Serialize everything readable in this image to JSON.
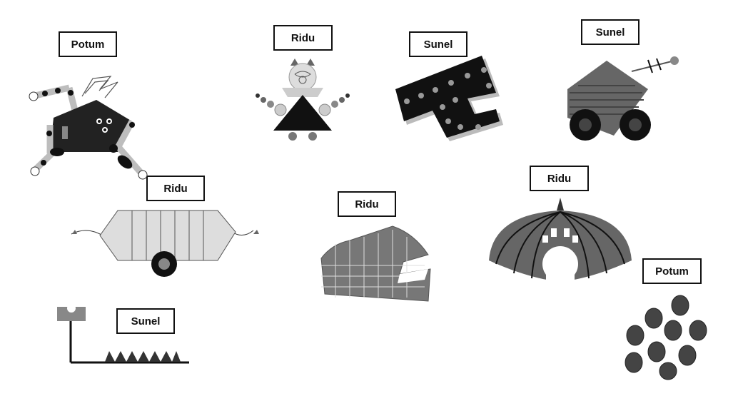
{
  "labels": [
    "Potum",
    "Ridu",
    "Sunel",
    "Sunel",
    "Ridu",
    "Ridu",
    "Ridu",
    "Potum",
    "Sunel"
  ],
  "creatures": [
    {
      "name": "potum-robot-creature",
      "description_icon": "robot-creature-icon"
    },
    {
      "name": "ridu-doll-creature",
      "description_icon": "doll-creature-icon"
    },
    {
      "name": "sunel-spotted-hook-creature",
      "description_icon": "hook-creature-icon"
    },
    {
      "name": "sunel-wheeled-creature",
      "description_icon": "wheeled-creature-icon"
    },
    {
      "name": "ridu-cart-creature",
      "description_icon": "cart-creature-icon"
    },
    {
      "name": "ridu-grid-creature",
      "description_icon": "grid-creature-icon"
    },
    {
      "name": "ridu-dome-creature",
      "description_icon": "dome-creature-icon"
    },
    {
      "name": "potum-eggs-cluster",
      "description_icon": "eggs-cluster-icon"
    },
    {
      "name": "sunel-pole-spike-creature",
      "description_icon": "pole-spike-icon"
    }
  ],
  "colors": {
    "dark": "#1a1a1a",
    "mid": "#555555",
    "light": "#9a9a9a",
    "pale": "#cfcfcf"
  }
}
